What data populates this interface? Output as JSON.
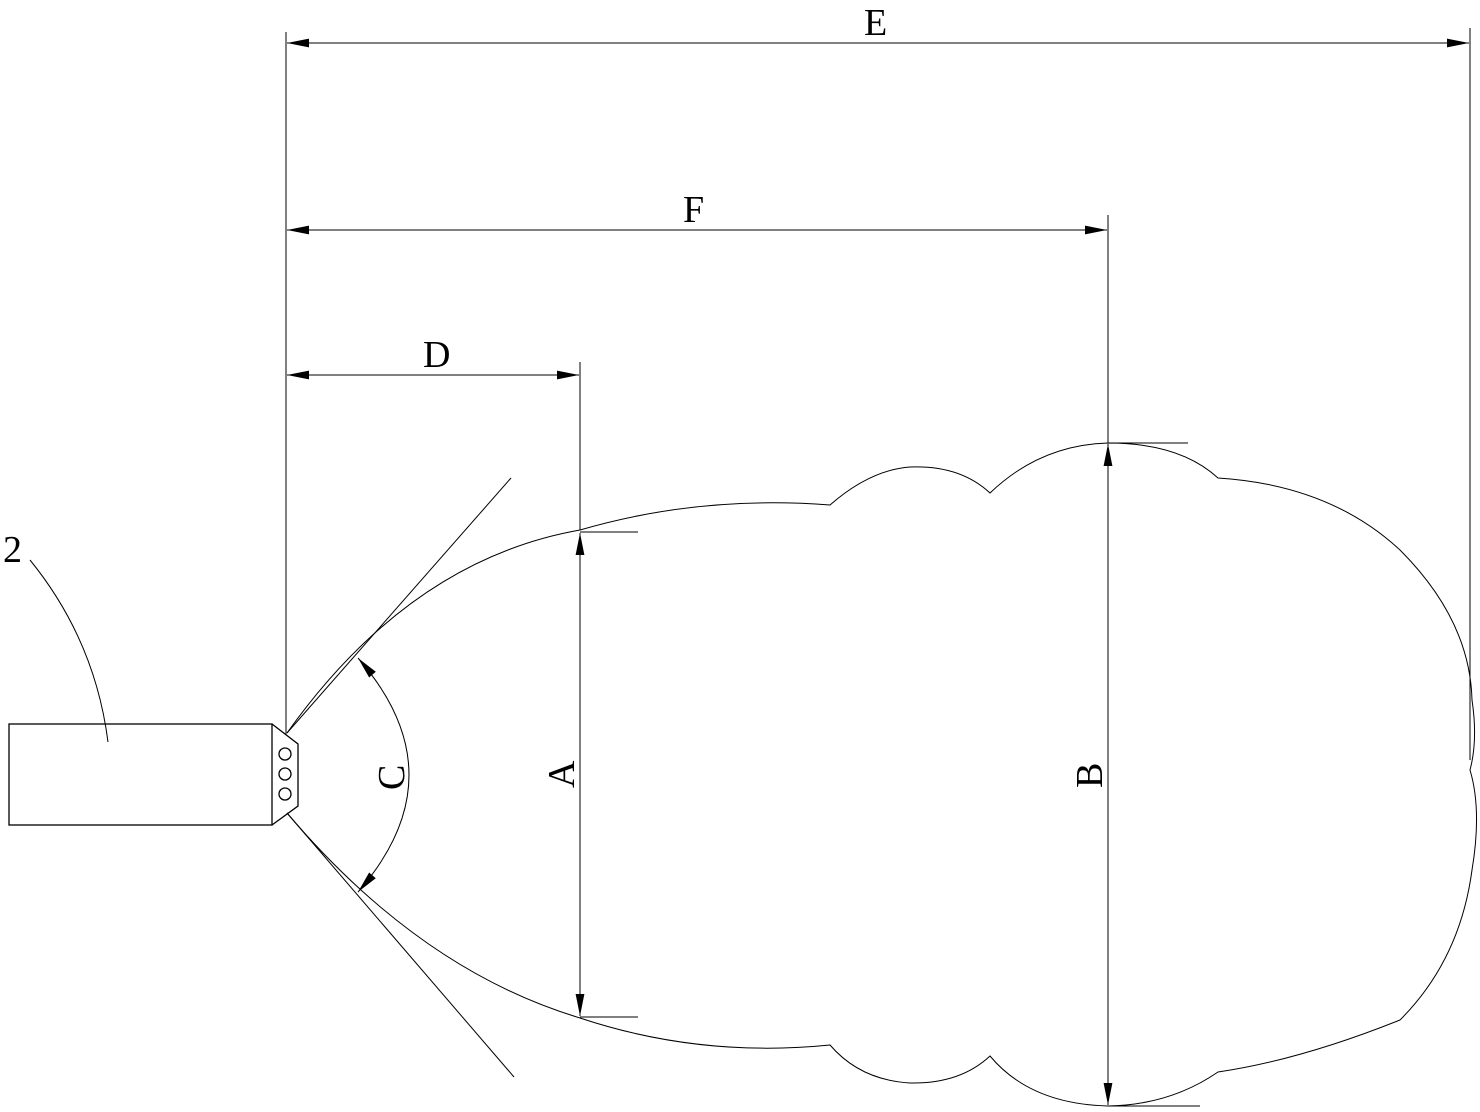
{
  "labels": {
    "E": "E",
    "F": "F",
    "D": "D",
    "A": "A",
    "B": "B",
    "C": "C",
    "part": "2"
  },
  "colors": {
    "line": "#000000",
    "background": "#ffffff"
  }
}
